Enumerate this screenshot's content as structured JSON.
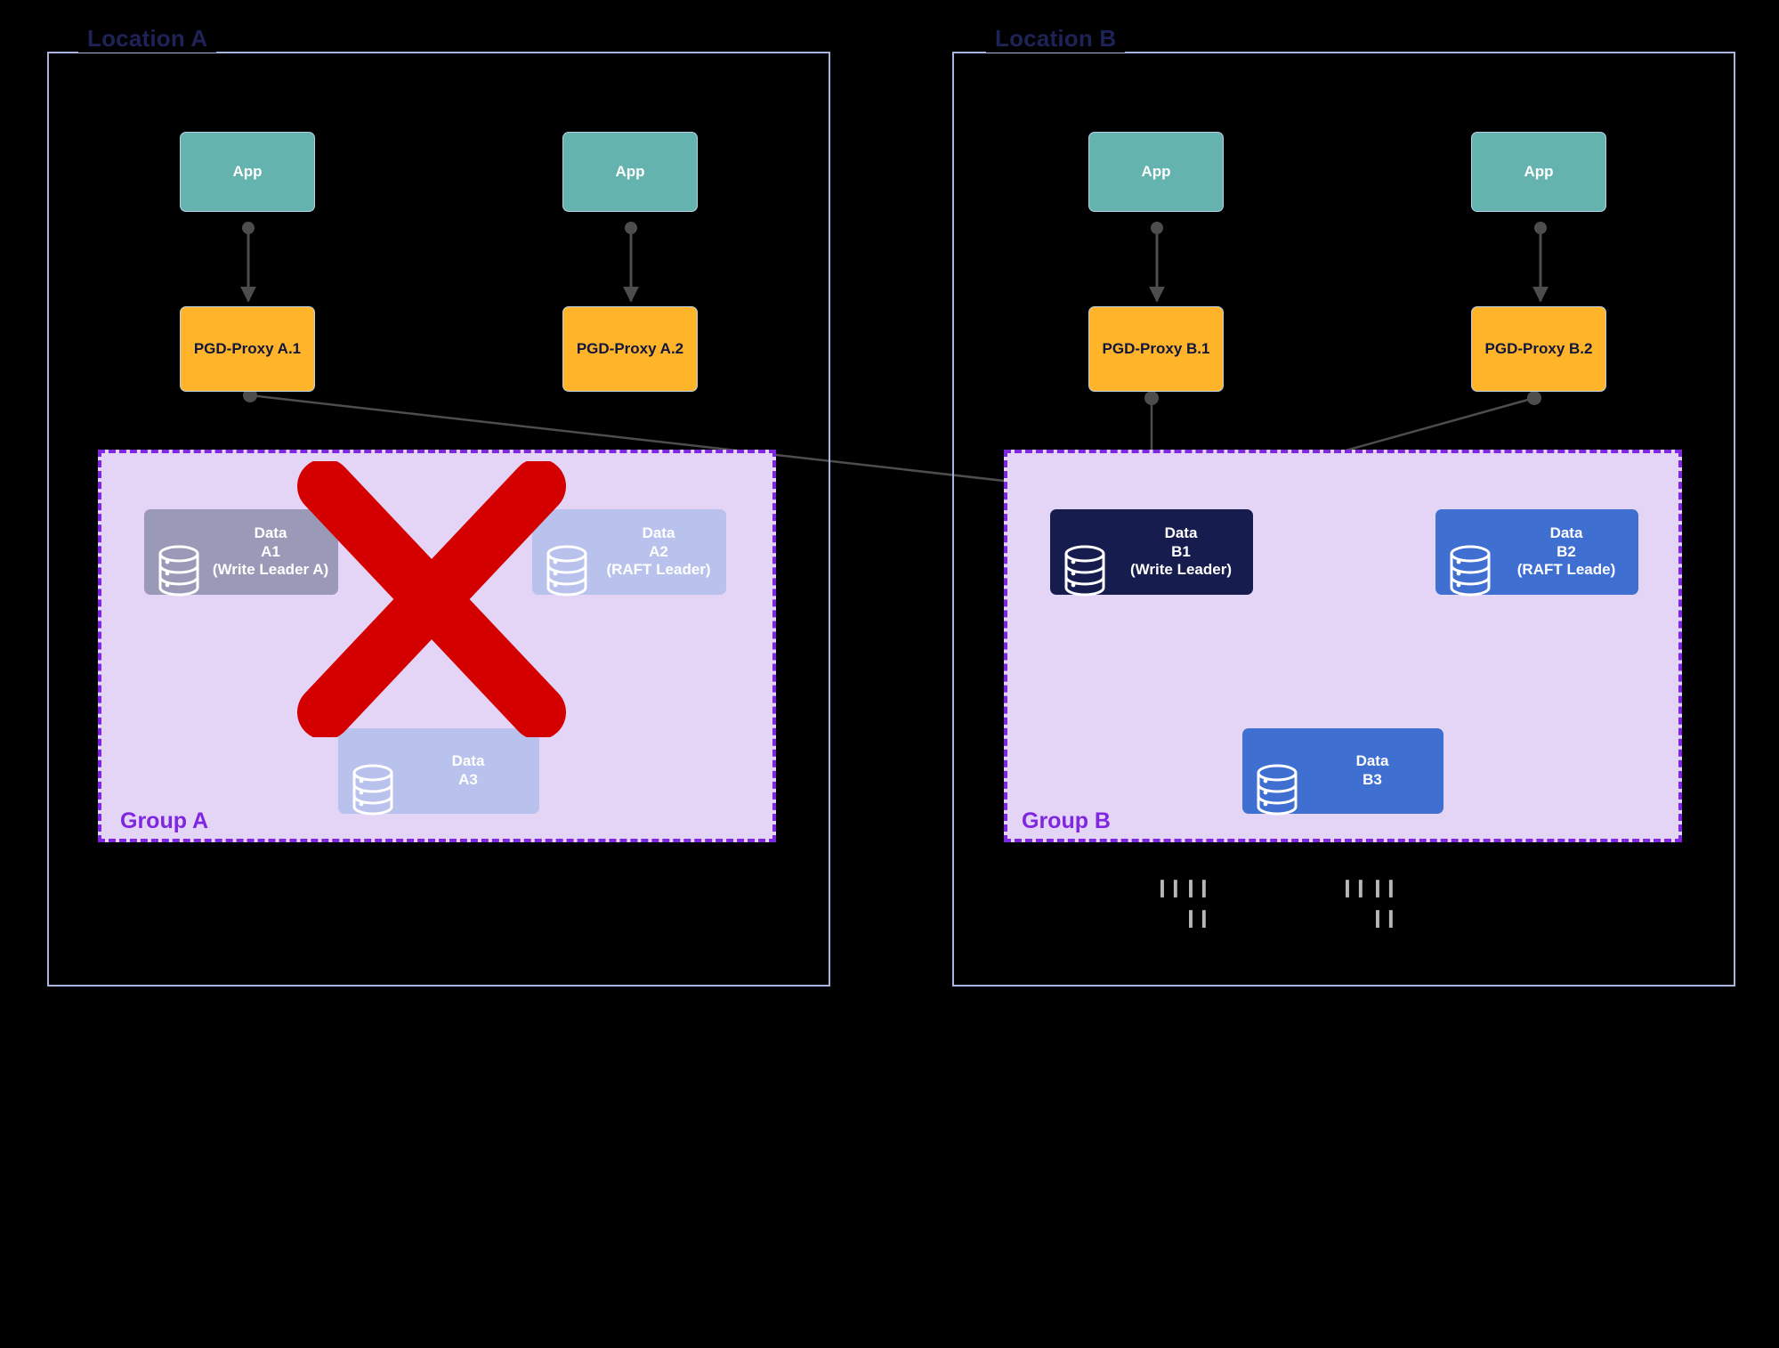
{
  "diagram": {
    "title": "PGD Multi-Location Architecture with Location A Failure",
    "background_color": "#000000"
  },
  "colors": {
    "app": "#64b3ae",
    "proxy": "#ffb429",
    "db_write_leader": "#161d4e",
    "db_blue": "#3f6fd1",
    "db_faded_dark": "#9a9ab8",
    "db_faded_blue": "#b9c2ec",
    "group_fill": "#e4d5f7",
    "group_border": "#7f26e0",
    "location_border": "#a9b4e0",
    "location_label": "#1e2357",
    "group_label": "#7f26e0",
    "failure_x": "#d40000",
    "arrow_grey": "#4d4d4d",
    "arrow_black": "#000000"
  },
  "locations": [
    {
      "id": "loc-a",
      "label": "Location A"
    },
    {
      "id": "loc-b",
      "label": "Location B"
    }
  ],
  "groups": [
    {
      "id": "group-a",
      "label": "Group A",
      "state": "failed"
    },
    {
      "id": "group-b",
      "label": "Group B",
      "state": "active"
    }
  ],
  "apps": [
    {
      "id": "app-a1",
      "label": "App",
      "location": "Location A"
    },
    {
      "id": "app-a2",
      "label": "App",
      "location": "Location A"
    },
    {
      "id": "app-b1",
      "label": "App",
      "location": "Location B"
    },
    {
      "id": "app-b2",
      "label": "App",
      "location": "Location B"
    }
  ],
  "proxies": [
    {
      "id": "proxy-a1",
      "label": "PGD-Proxy A.1",
      "location": "Location A"
    },
    {
      "id": "proxy-a2",
      "label": "PGD-Proxy A.2",
      "location": "Location A"
    },
    {
      "id": "proxy-b1",
      "label": "PGD-Proxy B.1",
      "location": "Location B"
    },
    {
      "id": "proxy-b2",
      "label": "PGD-Proxy B.2",
      "location": "Location B"
    }
  ],
  "data_nodes": [
    {
      "id": "data-a1",
      "label": "Data\nA1\n(Write Leader A)",
      "group": "Group A",
      "style": "faded-dark",
      "role": "Write Leader A",
      "state": "failed"
    },
    {
      "id": "data-a2",
      "label": "Data\nA2\n(RAFT Leader)",
      "group": "Group A",
      "style": "faded-blue",
      "role": "RAFT Leader",
      "state": "failed"
    },
    {
      "id": "data-a3",
      "label": "Data\nA3",
      "group": "Group A",
      "style": "faded-blue",
      "role": "",
      "state": "failed"
    },
    {
      "id": "data-b1",
      "label": "Data\nB1\n(Write Leader)",
      "group": "Group B",
      "style": "dark",
      "role": "Write Leader",
      "state": "active"
    },
    {
      "id": "data-b2",
      "label": "Data\nB2\n(RAFT Leade)",
      "group": "Group B",
      "style": "blue",
      "role": "RAFT Leade",
      "state": "active"
    },
    {
      "id": "data-b3",
      "label": "Data\nB3",
      "group": "Group B",
      "style": "blue",
      "role": "",
      "state": "active"
    }
  ],
  "failure_marker": {
    "id": "group-a-failure-x",
    "symbol": "X",
    "meaning": "Location A / Group A unavailable",
    "color": "#d40000"
  },
  "tick_marks": [
    {
      "id": "tick-1",
      "glyph": "❙❙"
    },
    {
      "id": "tick-2",
      "glyph": "❙❙"
    },
    {
      "id": "tick-3",
      "glyph": "❙❙"
    },
    {
      "id": "tick-4",
      "glyph": "❙❙"
    },
    {
      "id": "tick-5",
      "glyph": "❙❙"
    },
    {
      "id": "tick-6",
      "glyph": "❙❙"
    }
  ],
  "connections": [
    {
      "from": "App (A.1)",
      "to": "PGD-Proxy A.1",
      "type": "arrow"
    },
    {
      "from": "App (A.2)",
      "to": "PGD-Proxy A.2",
      "type": "arrow"
    },
    {
      "from": "App (B.1)",
      "to": "PGD-Proxy B.1",
      "type": "arrow"
    },
    {
      "from": "App (B.2)",
      "to": "PGD-Proxy B.2",
      "type": "arrow"
    },
    {
      "from": "PGD-Proxy A.1",
      "to": "Data B1 (Write Leader)",
      "type": "arrow-failover"
    },
    {
      "from": "PGD-Proxy B.1",
      "to": "Data B1 (Write Leader)",
      "type": "arrow"
    },
    {
      "from": "PGD-Proxy B.2",
      "to": "Data B1 (Write Leader)",
      "type": "arrow"
    },
    {
      "from": "Data B1 (Write Leader)",
      "to": "Data B2 (RAFT Leade)",
      "type": "bidirectional"
    },
    {
      "from": "Data B1 (Write Leader)",
      "to": "Data B3",
      "type": "bidirectional"
    },
    {
      "from": "Data B2 (RAFT Leade)",
      "to": "Data B3",
      "type": "bidirectional"
    },
    {
      "from": "Data A1 (Write Leader A)",
      "to": "Data A2 (RAFT Leader)",
      "type": "bidirectional"
    },
    {
      "from": "Data A1 (Write Leader A)",
      "to": "Data A3",
      "type": "bidirectional"
    },
    {
      "from": "Data A2 (RAFT Leader)",
      "to": "Data A3",
      "type": "bidirectional"
    }
  ]
}
